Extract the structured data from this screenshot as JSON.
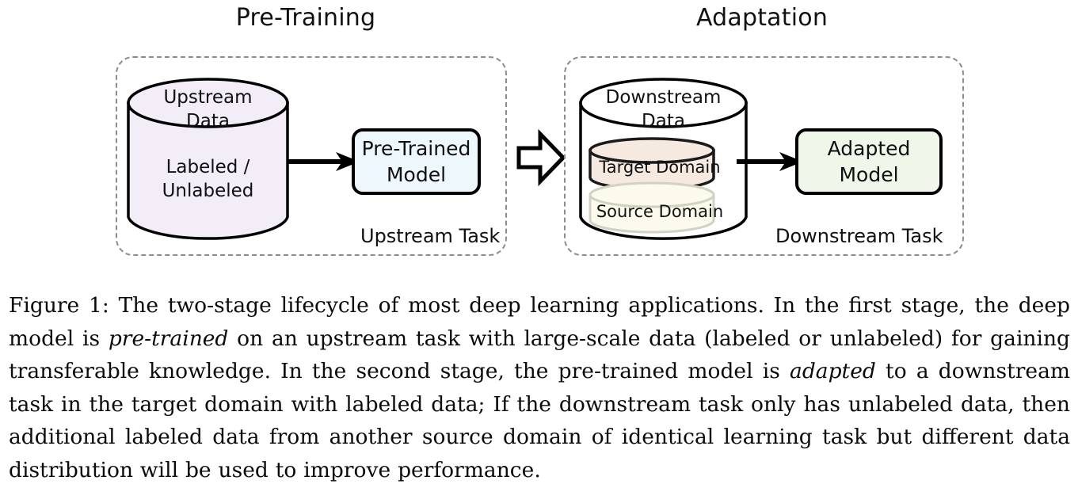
{
  "figure": {
    "stages": [
      {
        "id": "pre-training",
        "title": "Pre-Training",
        "task_caption": "Upstream Task"
      },
      {
        "id": "adaptation",
        "title": "Adaptation",
        "task_caption": "Downstream Task"
      }
    ],
    "upstream": {
      "cylinder_top_label": "Upstream\nData",
      "cylinder_top_line1": "Upstream",
      "cylinder_top_line2": "Data",
      "cylinder_body_line1": "Labeled /",
      "cylinder_body_line2": "Unlabeled",
      "model_line1": "Pre-Trained",
      "model_line2": "Model",
      "cylinder_fill": "#f2edf7",
      "model_fill": "#eef7fb"
    },
    "downstream": {
      "cylinder_top_line1": "Downstream",
      "cylinder_top_line2": "Data",
      "inner_disks": [
        {
          "label": "Target Domain",
          "fill": "#f6e9e0",
          "stroke": "#1a1a1a"
        },
        {
          "label": "Source Domain",
          "fill": "#fbfaec",
          "stroke": "#cfcfc0"
        }
      ],
      "model_line1": "Adapted",
      "model_line2": "Model",
      "cylinder_fill": "#ffffff",
      "model_fill": "#eff6ea"
    },
    "connectors": [
      {
        "name": "upstream-data-to-model",
        "type": "solid-arrow"
      },
      {
        "name": "stage-transition",
        "type": "block-arrow"
      },
      {
        "name": "downstream-data-to-model",
        "type": "solid-arrow"
      }
    ],
    "panel_border_color": "#8c8c8c"
  },
  "caption": {
    "label": "Figure 1:",
    "text_part1": " The two-stage lifecycle of most deep learning applications. In the first stage, the deep model is ",
    "emphasis1": "pre-trained",
    "text_part2": " on an upstream task with large-scale data (labeled or unlabeled) for gaining transferable knowledge. In the second stage, the pre-trained model is ",
    "emphasis2": "adapted",
    "text_part3": " to a downstream task in the target domain with labeled data; If the downstream task only has unlabeled data, then additional labeled data from another source domain of identical learning task but different data distribution will be used to improve performance.",
    "full_text": "Figure 1: The two-stage lifecycle of most deep learning applications. In the first stage, the deep model is pre-trained on an upstream task with large-scale data (labeled or unlabeled) for gaining transferable knowledge. In the second stage, the pre-trained model is adapted to a downstream task in the target domain with labeled data; If the downstream task only has unlabeled data, then additional labeled data from another source domain of identical learning task but different data distribution will be used to improve performance.",
    "lines": [
      "Figure 1: The two-stage lifecycle of most deep learning applications. In the first stage, the",
      "deep model is pre-trained on an upstream task with large-scale data (labeled or unlabeled)",
      "for gaining transferable knowledge. In the second stage, the pre-trained model is adapted",
      "to a downstream task in the target domain with labeled data; If the downstream task only",
      "has unlabeled data, then additional labeled data from another source domain of identical",
      "learning task but different data distribution will be used to improve performance."
    ]
  }
}
